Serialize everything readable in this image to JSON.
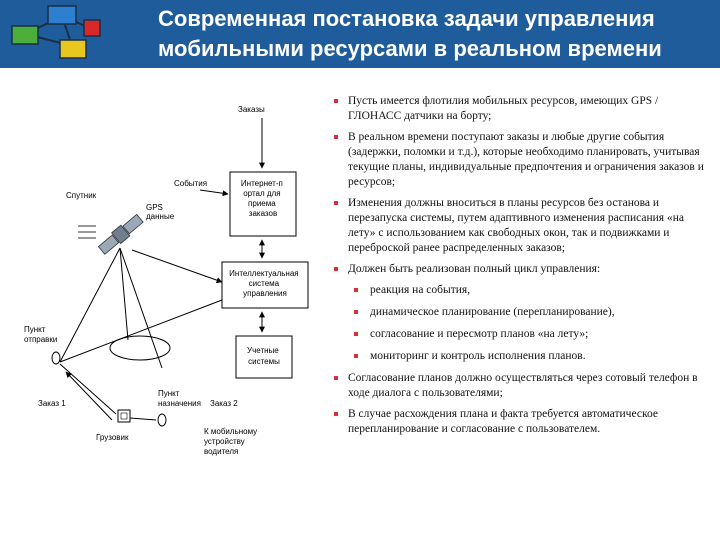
{
  "header": {
    "title_line1": "Современная постановка задачи управления",
    "title_line2": "мобильными ресурсами в реальном времени"
  },
  "colors": {
    "header_bg": "#1f5c9c",
    "bullet_marker": "#d83030",
    "logo_green": "#4cae3c",
    "logo_blue": "#2d7fd0",
    "logo_yellow": "#e8c81e",
    "logo_red": "#d82828"
  },
  "diagram": {
    "orders": "Заказы",
    "events": "События",
    "satellite": "Спутник",
    "gps_line1": "GPS",
    "gps_line2": "данные",
    "internet_portal": [
      "Интернет-п",
      "ортал для",
      "приема",
      "заказов"
    ],
    "intelligent_system": [
      "Интеллектуальная",
      "система",
      "управления"
    ],
    "accounting": [
      "Учетные",
      "системы"
    ],
    "departure": [
      "Пункт",
      "отправки"
    ],
    "order1": "Заказ 1",
    "truck": "Грузовик",
    "destination": [
      "Пункт",
      "назначения"
    ],
    "order2": "Заказ 2",
    "driver_device": [
      "К мобильному",
      "устройству",
      "водителя"
    ]
  },
  "bullets": [
    {
      "level": 1,
      "text": "Пусть имеется флотилия мобильных ресурсов, имеющих GPS / ГЛОНАСС датчики на борту;"
    },
    {
      "level": 1,
      "text": "В реальном времени поступают заказы и любые другие события (задержки, поломки и т.д.), которые необходимо планировать, учитывая текущие планы, индивидуальные предпочтения и ограничения заказов и ресурсов;"
    },
    {
      "level": 1,
      "text": "Изменения должны вноситься в планы ресурсов без останова и перезапуска системы, путем адаптивного изменения расписания «на лету» с использованием как свободных окон, так и подвижками и переброской ранее распределенных заказов;"
    },
    {
      "level": 1,
      "text": "Должен быть реализован полный цикл управления:"
    },
    {
      "level": 2,
      "text": "реакция на события,"
    },
    {
      "level": 2,
      "text": "динамическое планирование (перепланирование),"
    },
    {
      "level": 2,
      "text": "согласование и пересмотр планов «на лету»;"
    },
    {
      "level": 2,
      "text": "мониторинг и контроль исполнения планов."
    },
    {
      "level": 1,
      "text": "Согласование планов должно осуществляться через сотовый телефон в ходе диалога с пользователями;"
    },
    {
      "level": 1,
      "text": "В случае расхождения плана и факта требуется автоматическое перепланирование и согласование с пользователем."
    }
  ]
}
